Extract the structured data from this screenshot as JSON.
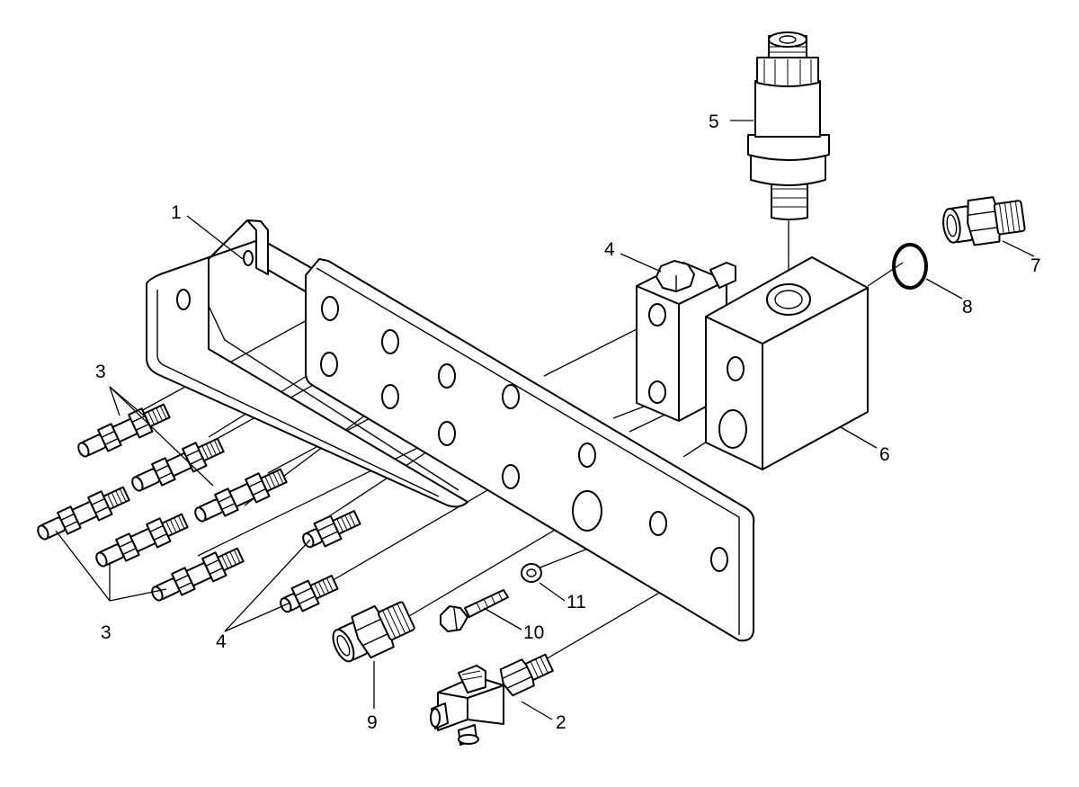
{
  "drawing": {
    "type": "exploded-parts-diagram",
    "background": "#ffffff",
    "line_color": "#000000",
    "callouts": [
      {
        "id": "c1",
        "label": "1"
      },
      {
        "id": "c2",
        "label": "2"
      },
      {
        "id": "c3a",
        "label": "3"
      },
      {
        "id": "c3b",
        "label": "3"
      },
      {
        "id": "c4a",
        "label": "4"
      },
      {
        "id": "c4b",
        "label": "4"
      },
      {
        "id": "c5",
        "label": "5"
      },
      {
        "id": "c6",
        "label": "6"
      },
      {
        "id": "c7",
        "label": "7"
      },
      {
        "id": "c8",
        "label": "8"
      },
      {
        "id": "c9",
        "label": "9"
      },
      {
        "id": "c10",
        "label": "10"
      },
      {
        "id": "c11",
        "label": "11"
      }
    ]
  }
}
